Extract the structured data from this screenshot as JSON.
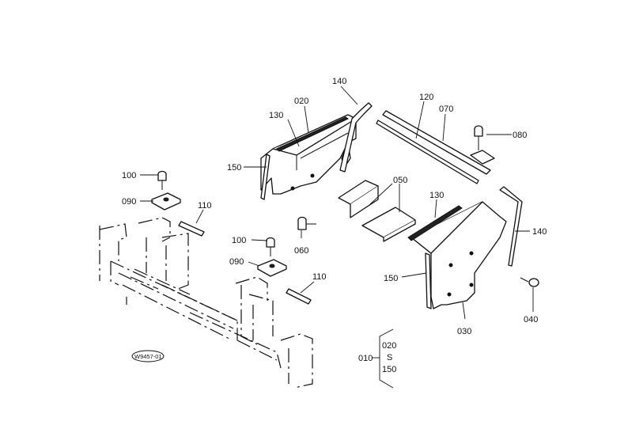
{
  "stamp": "W9457-01",
  "callouts": {
    "c100a": "100",
    "c090a": "090",
    "c110a": "110",
    "c100b": "100",
    "c090b": "090",
    "c110b": "110",
    "c060": "060",
    "c150a": "150",
    "c130a": "130",
    "c020": "020",
    "c140a": "140",
    "c120": "120",
    "c070": "070",
    "c080": "080",
    "c050": "050",
    "c130b": "130",
    "c140b": "140",
    "c150b": "150",
    "c030": "030",
    "c040": "040"
  },
  "assembly": {
    "parent": "010",
    "range_start": "020",
    "range_sep": "S",
    "range_end": "150"
  }
}
